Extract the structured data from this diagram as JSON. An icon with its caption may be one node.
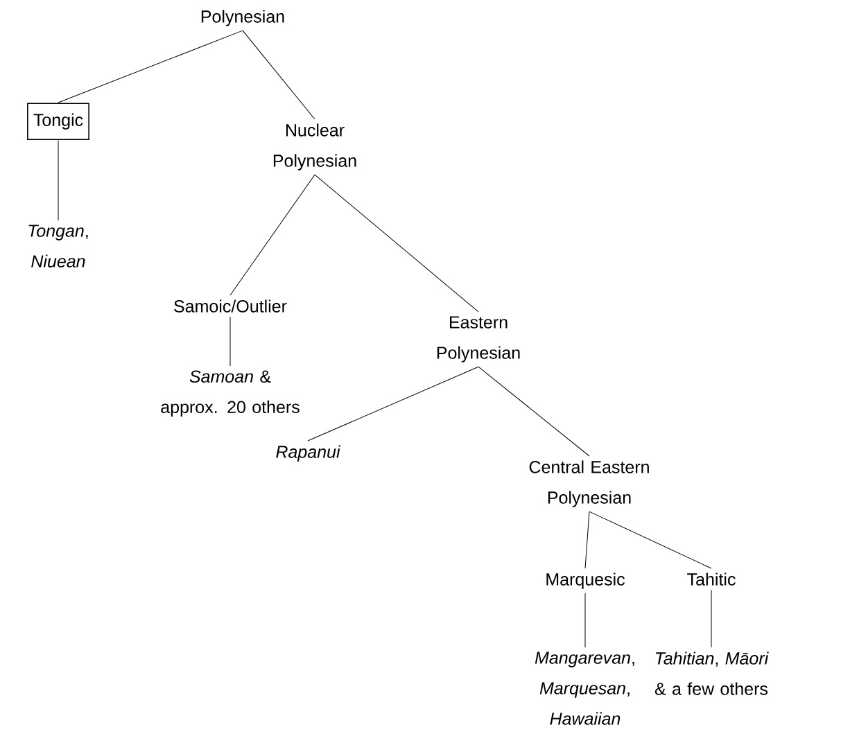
{
  "diagram": {
    "nodes": [
      {
        "text": [
          "Polynesian"
        ]
      },
      {
        "text": [
          "Tongic"
        ]
      },
      {
        "text": [
          "Nuclear Polynesian"
        ]
      },
      {
        "text": [
          "*Tongan*, *Niuean*"
        ]
      },
      {
        "text": [
          "Samoic/Outlier"
        ]
      },
      {
        "text": [
          "Eastern Polynesian"
        ]
      },
      {
        "text": [
          "*Samoan* & approx. 20 others"
        ]
      },
      {
        "text": [
          "Rapanui"
        ]
      },
      {
        "text": [
          "Central Eastern Polynesian"
        ]
      },
      {
        "text": [
          "Marquesic"
        ]
      },
      {
        "text": [
          "Tahitic"
        ]
      },
      {
        "text": [
          "*Mangarevan*, *Marquesan*, *Hawaiian*"
        ]
      },
      {
        "text": [
          "*Tahitian*, *Māori* & a few others"
        ]
      }
    ],
    "edges": [
      {
        "from": 0,
        "to": 1,
        "arrow": "none"
      },
      {
        "from": 0,
        "to": 2,
        "arrow": "none"
      },
      {
        "from": 1,
        "to": 3,
        "arrow": "none"
      },
      {
        "from": 2,
        "to": 4,
        "arrow": "none"
      },
      {
        "from": 2,
        "to": 5,
        "arrow": "none"
      },
      {
        "from": 4,
        "to": 6,
        "arrow": "none"
      },
      {
        "from": 5,
        "to": 7,
        "arrow": "none"
      },
      {
        "from": 5,
        "to": 8,
        "arrow": "none"
      },
      {
        "from": 8,
        "to": 9,
        "arrow": "none"
      },
      {
        "from": 8,
        "to": 10,
        "arrow": "none"
      },
      {
        "from": 9,
        "to": 11,
        "arrow": "none"
      },
      {
        "from": 10,
        "to": 12,
        "arrow": "none"
      }
    ]
  }
}
